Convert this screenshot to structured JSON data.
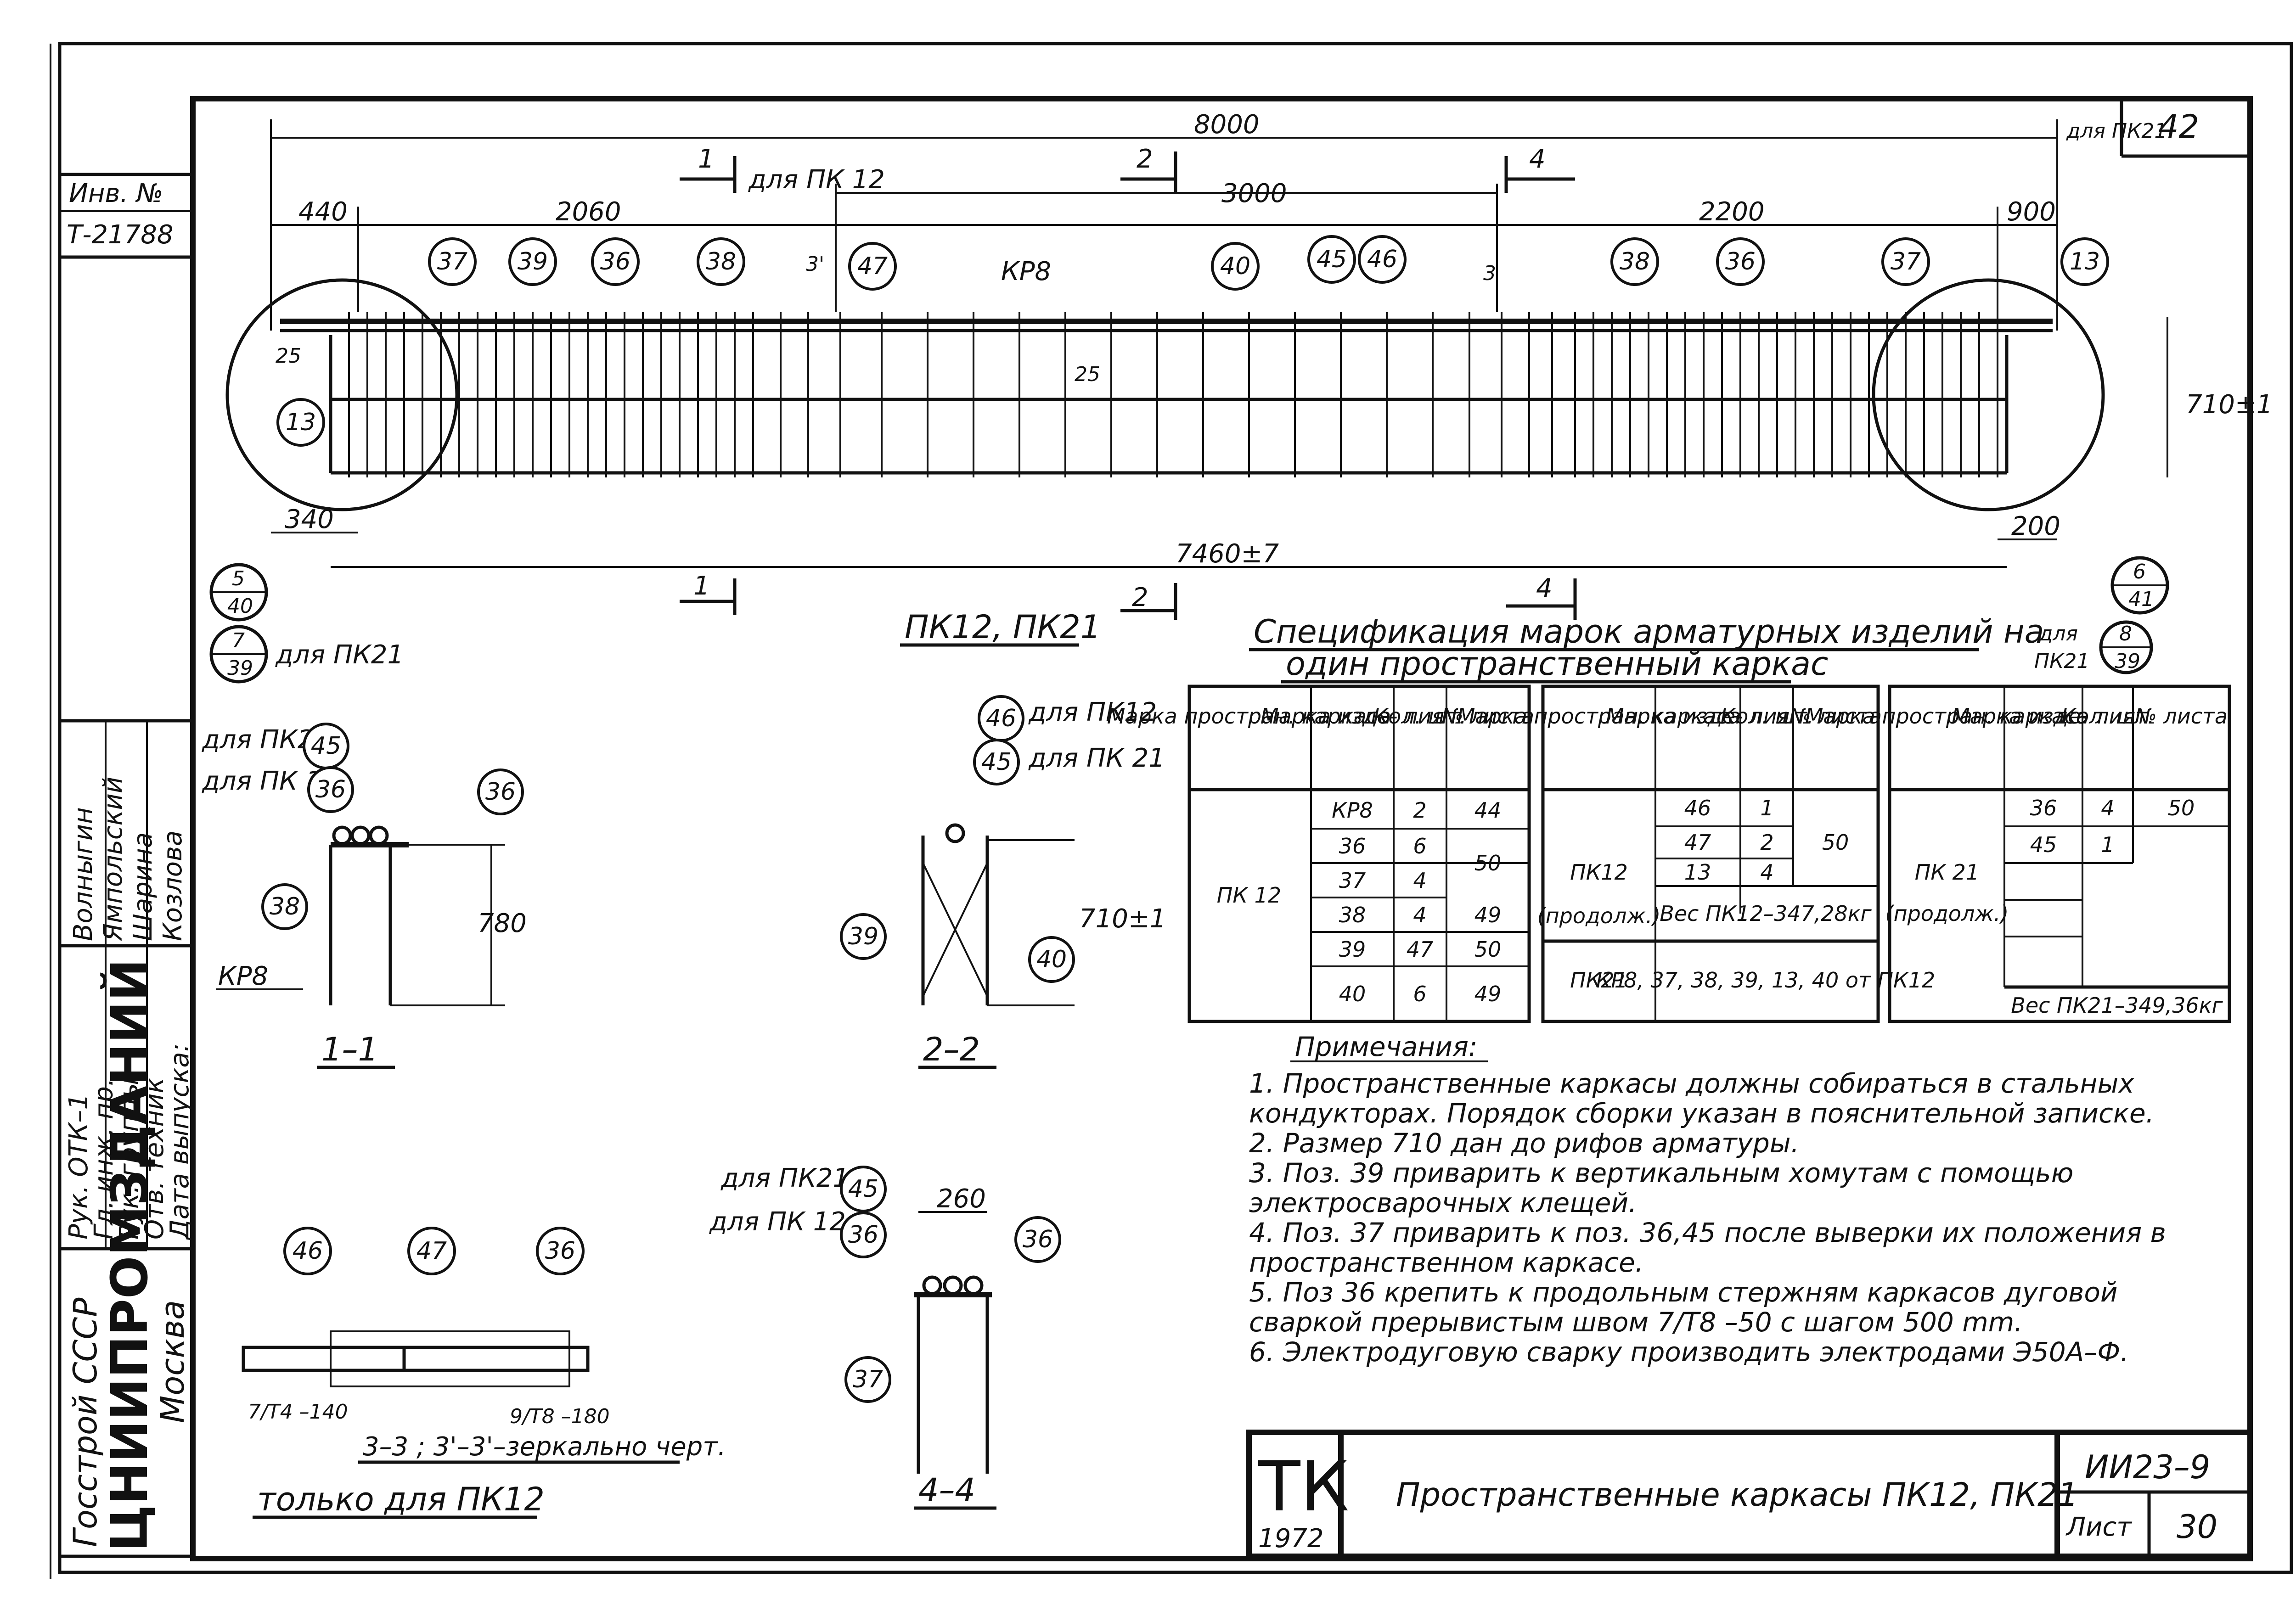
{
  "sheet_number_corner": "42",
  "inventory": {
    "label": "Инв. №",
    "number": "Т-21788"
  },
  "dimensions": {
    "total_length": "8000",
    "seg_left_end": "440",
    "seg_2060": "2060",
    "seg_3000": "3000",
    "seg_2200": "2200",
    "seg_right_end": "900",
    "bottom_length": "7460±7",
    "bottom_left": "340",
    "bottom_right": "200",
    "height": "710±1",
    "small_25_a": "25",
    "small_25_b": "25",
    "height_780": "780",
    "height_710_section": "710±1",
    "width_260": "260"
  },
  "labels": {
    "for_pk12": "для ПК 12",
    "for_pk21": "для ПК21",
    "for_pk12_alt": "для ПК12",
    "for_pk21_alt": "для ПК 21",
    "kr8": "КР8",
    "elevation_caption": "ПК12, ПК21",
    "section_1": "1",
    "section_2": "2",
    "section_3": "3",
    "section_3p": "3'",
    "section_4": "4",
    "section_11": "1–1",
    "section_22": "2–2",
    "section_44": "4–4",
    "section_33": "3–3 ; 3'–3'–зеркально черт.",
    "only_pk12": "только для ПК12",
    "weld_left": "7/T4 –140",
    "weld_right": "9/T8 –180",
    "ref_5": "5",
    "ref_40": "40",
    "ref_7": "7",
    "ref_39": "39",
    "ref_6": "6",
    "ref_41": "41",
    "ref_8": "8",
    "ref_39b": "39",
    "for_pk21_sheet": "для",
    "for_pk21_sheet2": "ПК21"
  },
  "bubbles": {
    "b37": "37",
    "b39": "39",
    "b36": "36",
    "b38": "38",
    "b47": "47",
    "b40": "40",
    "b45": "45",
    "b46": "46",
    "b13": "13"
  },
  "spec": {
    "title_line1": "Спецификация марок арматурных изделий на",
    "title_line2": "один пространственный каркас",
    "headers": [
      "Марка простран. каркаса",
      "Марка изде- лия",
      "Кол. шт.",
      "№ листа"
    ],
    "table1": {
      "frame": "ПК 12",
      "rows": [
        [
          "КР8",
          "2",
          "44"
        ],
        [
          "36",
          "6",
          "50"
        ],
        [
          "37",
          "4",
          ""
        ],
        [
          "38",
          "4",
          "49"
        ],
        [
          "39",
          "47",
          "50"
        ],
        [
          "40",
          "6",
          "49"
        ]
      ]
    },
    "table2": {
      "frame": "ПК12",
      "frame_sub": "(продолж.)",
      "rows": [
        [
          "46",
          "1"
        ],
        [
          "47",
          "2"
        ],
        [
          "13",
          "4"
        ]
      ],
      "sheet": "50",
      "weight": "Вес ПК12–347,28кг",
      "frame2": "ПК21",
      "frame2_items": "КР8, 37, 38, 39, 13, 40 от ПК12"
    },
    "table3": {
      "frame": "ПК 21",
      "frame_sub": "(продолж.)",
      "rows": [
        [
          "36",
          "4",
          "50"
        ],
        [
          "45",
          "1",
          ""
        ]
      ],
      "weight": "Вес ПК21–349,36кг"
    }
  },
  "notes": {
    "title": "Примечания:",
    "items": [
      "1. Пространственные каркасы должны собираться в стальных",
      "    кондукторах. Порядок сборки указан в пояснительной записке.",
      "2. Размер 710 дан до рифов арматуры.",
      "3. Поз. 39 приварить к вертикальным хомутам с помощью",
      "    электросварочных клещей.",
      "4. Поз. 37 приварить к поз. 36,45 после выверки их положения в",
      "    пространственном каркасе.",
      "5. Поз 36 крепить к продольным стержням каркасов дуговой",
      "    сваркой прерывистым швом 7/T8 –50 с шагом 500 mm.",
      "6. Электродуговую сварку производить электродами Э50А–Ф."
    ]
  },
  "stamp": {
    "org_line1": "Госстрой СССР",
    "org_line2": "ЦНИИПРОМЗДАНИЙ",
    "city": "Москва",
    "people": [
      "Волныгин",
      "Ямпольский",
      "Шарина",
      "Козлова"
    ],
    "roles": [
      "Рук. ОТК–1",
      "Гл. инж. пр.",
      "Рук. группы",
      "Отв. техник",
      "Дата выпуска:"
    ],
    "tk_logo": "ТК",
    "tk_year": "1972",
    "title": "Пространственные каркасы ПК12, ПК21",
    "series": "ИИ23–9",
    "sheet_label": "Лист",
    "sheet_number": "30"
  }
}
